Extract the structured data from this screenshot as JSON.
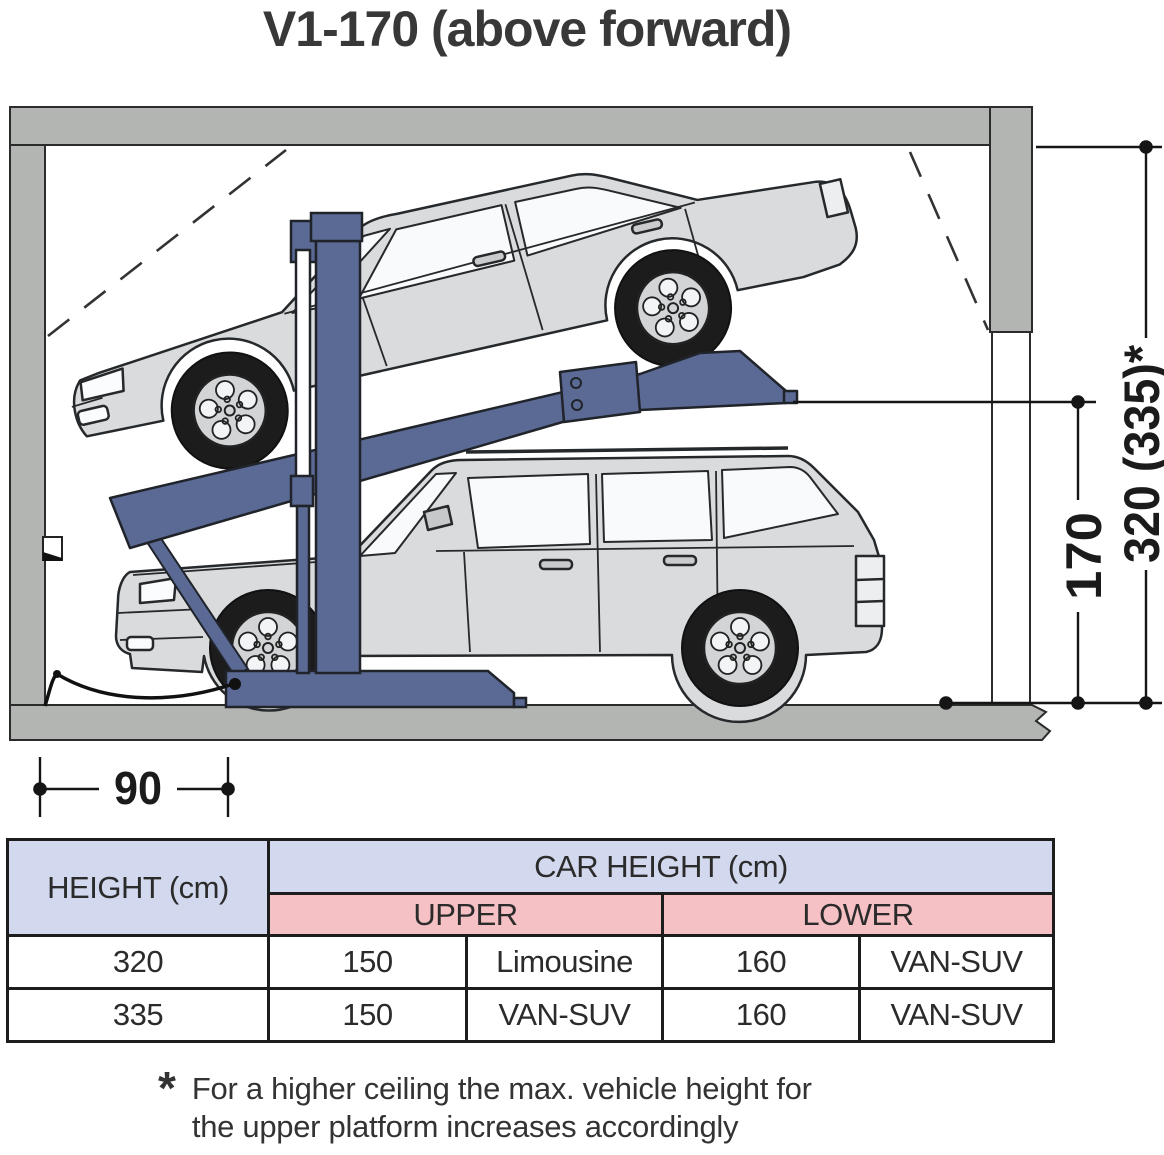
{
  "title": "V1-170 (above forward)",
  "diagram": {
    "dim_total_height": "320 (335)*",
    "dim_lower_clearance": "170",
    "dim_wall_distance": "90"
  },
  "table": {
    "col1_header": "HEIGHT (cm)",
    "group_header": "CAR HEIGHT (cm)",
    "sub_headers": [
      "UPPER",
      "LOWER"
    ],
    "rows": [
      [
        "320",
        "150",
        "Limousine",
        "160",
        "VAN-SUV"
      ],
      [
        "335",
        "150",
        "VAN-SUV",
        "160",
        "VAN-SUV"
      ]
    ]
  },
  "footnote": {
    "marker": "*",
    "line1": "For a higher ceiling the max. vehicle height for",
    "line2": "the upper platform increases accordingly"
  },
  "colors": {
    "lift_blue": "#5a6a94",
    "wall_gray": "#b3b5b2",
    "car_body": "#d9dbdc",
    "outline": "#26292b",
    "table_header_blue": "#d2d8ed",
    "table_header_pink": "#f6c1c4"
  }
}
